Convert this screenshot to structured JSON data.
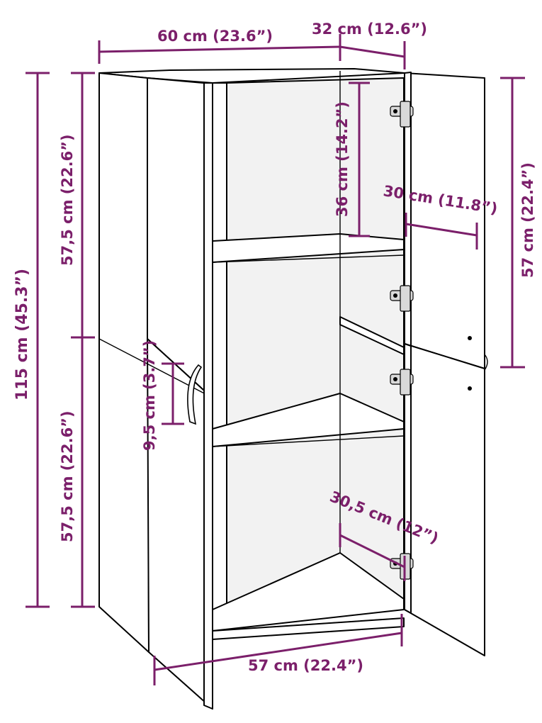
{
  "dimension_color": "#7b1f6a",
  "dimensions": {
    "width_top": "60 cm (23.6”)",
    "depth_top": "32 cm (12.6”)",
    "total_height": "115 cm (45.3”)",
    "upper_section_height": "57,5 cm (22.6”)",
    "lower_section_height": "57,5 cm (22.6”)",
    "handle_length": "9,5 cm (3.7”)",
    "compartment_height": "36 cm (14.2”)",
    "shelf_depth_upper": "30 cm (11.8”)",
    "door_height": "57 cm (22.4”)",
    "shelf_depth_lower": "30,5 cm (12”)",
    "inner_width_bottom": "57 cm (22.4”)"
  },
  "icons": [
    "door-hinge-icon",
    "door-handle-icon"
  ]
}
